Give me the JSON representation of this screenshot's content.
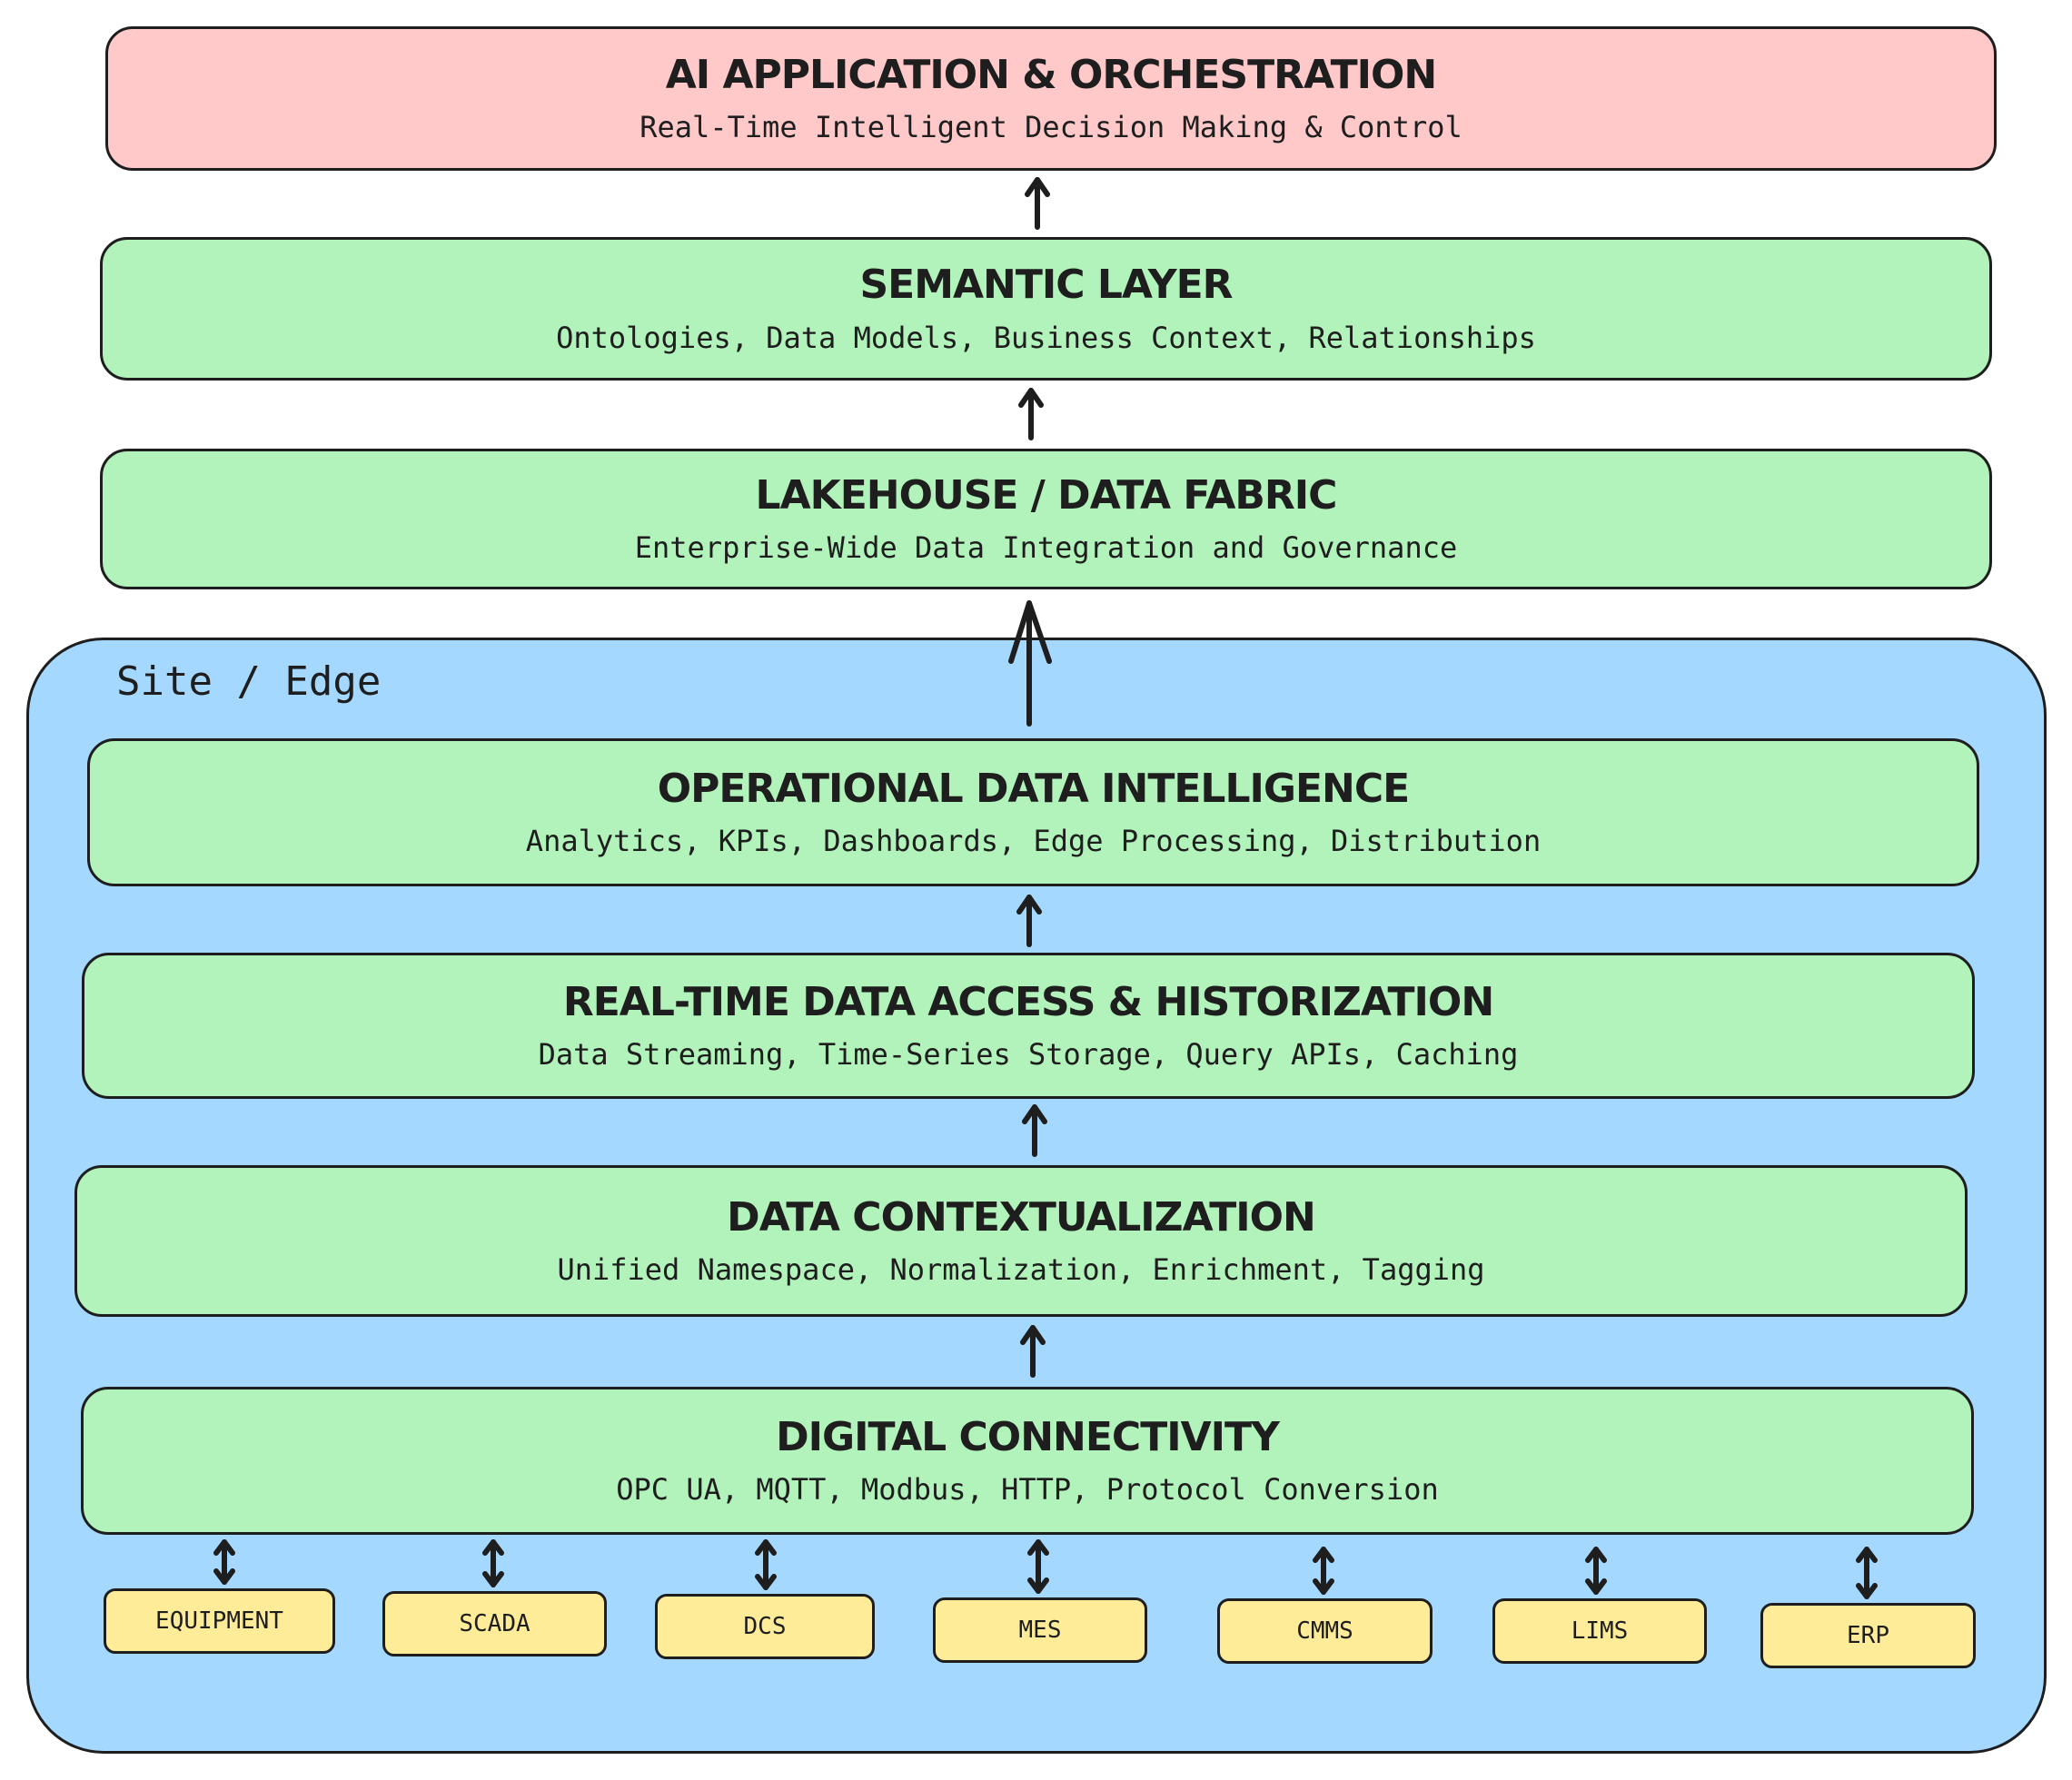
{
  "layers": {
    "ai_app": {
      "title": "AI APPLICATION & ORCHESTRATION",
      "subtitle": "Real-Time Intelligent Decision Making & Control"
    },
    "semantic": {
      "title": "SEMANTIC LAYER",
      "subtitle": "Ontologies, Data Models, Business Context, Relationships"
    },
    "lakehouse": {
      "title": "LAKEHOUSE / DATA FABRIC",
      "subtitle": "Enterprise-Wide Data Integration and Governance"
    },
    "operational": {
      "title": "OPERATIONAL DATA INTELLIGENCE",
      "subtitle": "Analytics, KPIs, Dashboards, Edge Processing, Distribution"
    },
    "realtime": {
      "title": "REAL-TIME DATA ACCESS & HISTORIZATION",
      "subtitle": "Data Streaming, Time-Series Storage, Query APIs, Caching"
    },
    "contextualization": {
      "title": "DATA CONTEXTUALIZATION",
      "subtitle": "Unified Namespace, Normalization, Enrichment, Tagging"
    },
    "connectivity": {
      "title": "DIGITAL CONNECTIVITY",
      "subtitle": "OPC UA, MQTT, Modbus, HTTP, Protocol Conversion"
    }
  },
  "edge_zone": {
    "label": "Site / Edge"
  },
  "sources": [
    "EQUIPMENT",
    "SCADA",
    "DCS",
    "MES",
    "CMMS",
    "LIMS",
    "ERP"
  ],
  "colors": {
    "ai_app_fill": "#ffc9c9",
    "layer_fill": "#b2f2bb",
    "edge_fill": "#a5d8ff",
    "source_fill": "#ffec99",
    "stroke": "#1e1e1e"
  }
}
